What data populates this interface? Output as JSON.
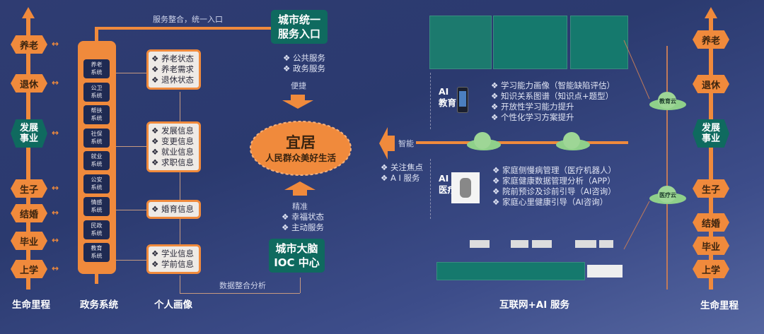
{
  "life_axis": {
    "title": "生命里程",
    "stages": [
      "养老",
      "退休",
      "发展事业",
      "生子",
      "结婚",
      "毕业",
      "上学"
    ]
  },
  "gov_systems": {
    "title": "政务系统",
    "items": [
      "养老系统",
      "公卫系统",
      "帮扶系统",
      "社保系统",
      "就业系统",
      "公安系统",
      "情感系统",
      "民政系统",
      "教育系统"
    ]
  },
  "personal_profile": {
    "title": "个人画像",
    "groups": [
      [
        "养老状态",
        "养老需求",
        "退休状态"
      ],
      [
        "发展信息",
        "变更信息",
        "就业信息",
        "求职信息"
      ],
      [
        "婚育信息"
      ],
      [
        "学业信息",
        "学前信息"
      ]
    ]
  },
  "top_link_label": "服务整合，统一入口",
  "bottom_link_label": "数据整合分析",
  "city_portal": {
    "title_line1": "城市统一",
    "title_line2": "服务入口",
    "bullets": [
      "公共服务",
      "政务服务"
    ],
    "arrow_label": "便捷"
  },
  "center": {
    "title": "宜居",
    "subtitle": "人民群众美好生活"
  },
  "city_brain": {
    "title_line1": "城市大脑",
    "title_line2": "IOC 中心",
    "arrow_label": "精准",
    "bullets": [
      "幸福状态",
      "主动服务"
    ]
  },
  "internet_ai": {
    "title": "互联网+AI 服务",
    "arrow_label": "智能",
    "focus_bullets": [
      "关注焦点",
      "A I 服务"
    ],
    "education": {
      "label_line1": "AI",
      "label_line2": "教育",
      "bullets": [
        "学习能力画像（智能缺陷评估）",
        "知识关系图谱（知识点+题型）",
        "开放性学习能力提升",
        "个性化学习方案提升"
      ]
    },
    "medical": {
      "label_line1": "AI",
      "label_line2": "医疗",
      "bullets": [
        "家庭侧慢病管理（医疗机器人）",
        "家庭健康数据管理分析（APP）",
        "院前预诊及诊前引导（AI咨询）",
        "家庭心里健康引导（AI咨询）"
      ]
    },
    "clouds": [
      "教育云",
      "医疗云"
    ]
  },
  "colors": {
    "orange": "#f08a3c",
    "teal": "#0f6a5f",
    "background": "#2f3c72",
    "cloud": "#8fd08a"
  }
}
